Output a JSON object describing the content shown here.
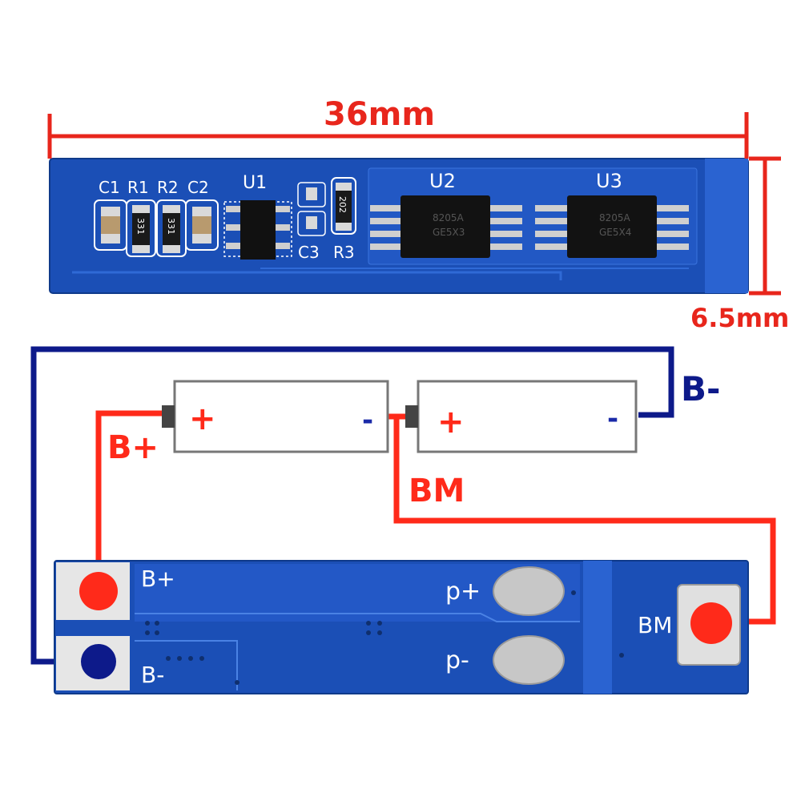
{
  "dimensions": {
    "width": "36mm",
    "height": "6.5mm",
    "color": "#e8261c"
  },
  "board_top": {
    "refs": {
      "c1": "C1",
      "r1": "R1",
      "r2": "R2",
      "c2": "C2",
      "u1": "U1",
      "u2": "U2",
      "u3": "U3",
      "c3": "C3",
      "r3": "R3"
    },
    "component_markings": {
      "r1": "331",
      "r2": "331",
      "r3": "202",
      "u2_line1": "8205A",
      "u2_line2": "GE5X3",
      "u3_line1": "8205A",
      "u3_line2": "GE5X4"
    }
  },
  "wiring": {
    "cell_plus_1": "+",
    "cell_minus_1": "-",
    "cell_plus_2": "+",
    "cell_minus_2": "-",
    "label_bplus": "B+",
    "label_bminus": "B-",
    "label_bm": "BM",
    "positive_color": "#ff2a1a",
    "negative_color": "#0d1a8a"
  },
  "board_bottom": {
    "pad_bplus": "B+",
    "pad_bminus": "B-",
    "pad_pplus": "p+",
    "pad_pminus": "p-",
    "pad_bm": "BM"
  },
  "colors": {
    "pcb_blue": "#1c4fb5",
    "pcb_light": "#2a63d1",
    "silkscreen": "#ffffff"
  }
}
